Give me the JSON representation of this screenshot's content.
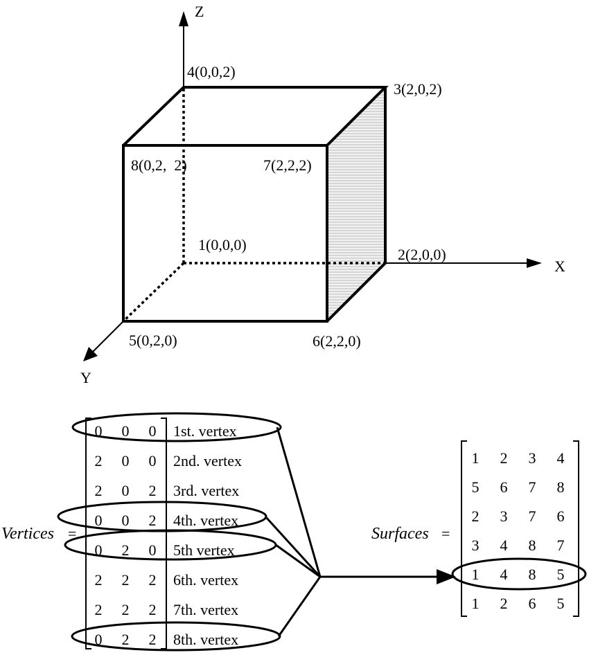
{
  "axes": {
    "x": "X",
    "y": "Y",
    "z": "Z"
  },
  "vertex_labels": [
    "1(0,0,0)",
    "2(2,0,0)",
    "3(2,0,2)",
    "4(0,0,2)",
    "5(0,2,0)",
    "6(2,2,0)",
    "7(2,2,2)",
    "8(0,2,  2)"
  ],
  "vertices_matrix": {
    "label": "Vertices",
    "equals": "=",
    "rows": [
      {
        "values": [
          "0",
          "0",
          "0"
        ],
        "name": "1st. vertex"
      },
      {
        "values": [
          "2",
          "0",
          "0"
        ],
        "name": "2nd. vertex"
      },
      {
        "values": [
          "2",
          "0",
          "2"
        ],
        "name": "3rd. vertex"
      },
      {
        "values": [
          "0",
          "0",
          "2"
        ],
        "name": "4th. vertex"
      },
      {
        "values": [
          "0",
          "2",
          "0"
        ],
        "name": "5th vertex"
      },
      {
        "values": [
          "2",
          "2",
          "2"
        ],
        "name": "6th. vertex"
      },
      {
        "values": [
          "2",
          "2",
          "2"
        ],
        "name": "7th. vertex"
      },
      {
        "values": [
          "0",
          "2",
          "2"
        ],
        "name": "8th. vertex"
      }
    ],
    "highlighted_rows": [
      0,
      3,
      4,
      7
    ]
  },
  "surfaces_matrix": {
    "label": "Surfaces",
    "equals": "=",
    "rows": [
      [
        "1",
        "2",
        "3",
        "4"
      ],
      [
        "5",
        "6",
        "7",
        "8"
      ],
      [
        "2",
        "3",
        "7",
        "6"
      ],
      [
        "3",
        "4",
        "8",
        "7"
      ],
      [
        "1",
        "4",
        "8",
        "5"
      ],
      [
        "1",
        "2",
        "6",
        "5"
      ]
    ],
    "highlighted_row": 4
  }
}
